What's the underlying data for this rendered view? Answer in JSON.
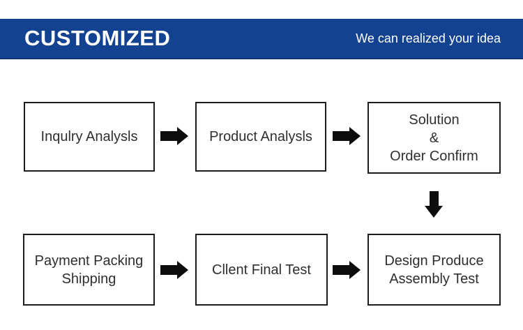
{
  "header": {
    "title": "CUSTOMIZED",
    "tagline": "We can realized your idea",
    "bg_color": "#134390",
    "text_color": "#ffffff"
  },
  "flowchart": {
    "box_border_color": "#1c1c1c",
    "box_text_color": "#2e2e2e",
    "arrow_color": "#0d0d0d",
    "steps": [
      {
        "id": "inquiry-analysis",
        "lines": [
          "Inqulry Analysls"
        ]
      },
      {
        "id": "product-analysis",
        "lines": [
          "Product Analysls"
        ]
      },
      {
        "id": "solution-order-confirm",
        "lines": [
          "Solution",
          "&",
          "Order Confirm"
        ]
      },
      {
        "id": "payment-packing-shipping",
        "lines": [
          "Payment Packing",
          "Shipping"
        ]
      },
      {
        "id": "client-final-test",
        "lines": [
          "Cllent Final Test"
        ]
      },
      {
        "id": "design-produce-assembly-test",
        "lines": [
          "Design Produce",
          "Assembly Test"
        ]
      }
    ]
  }
}
